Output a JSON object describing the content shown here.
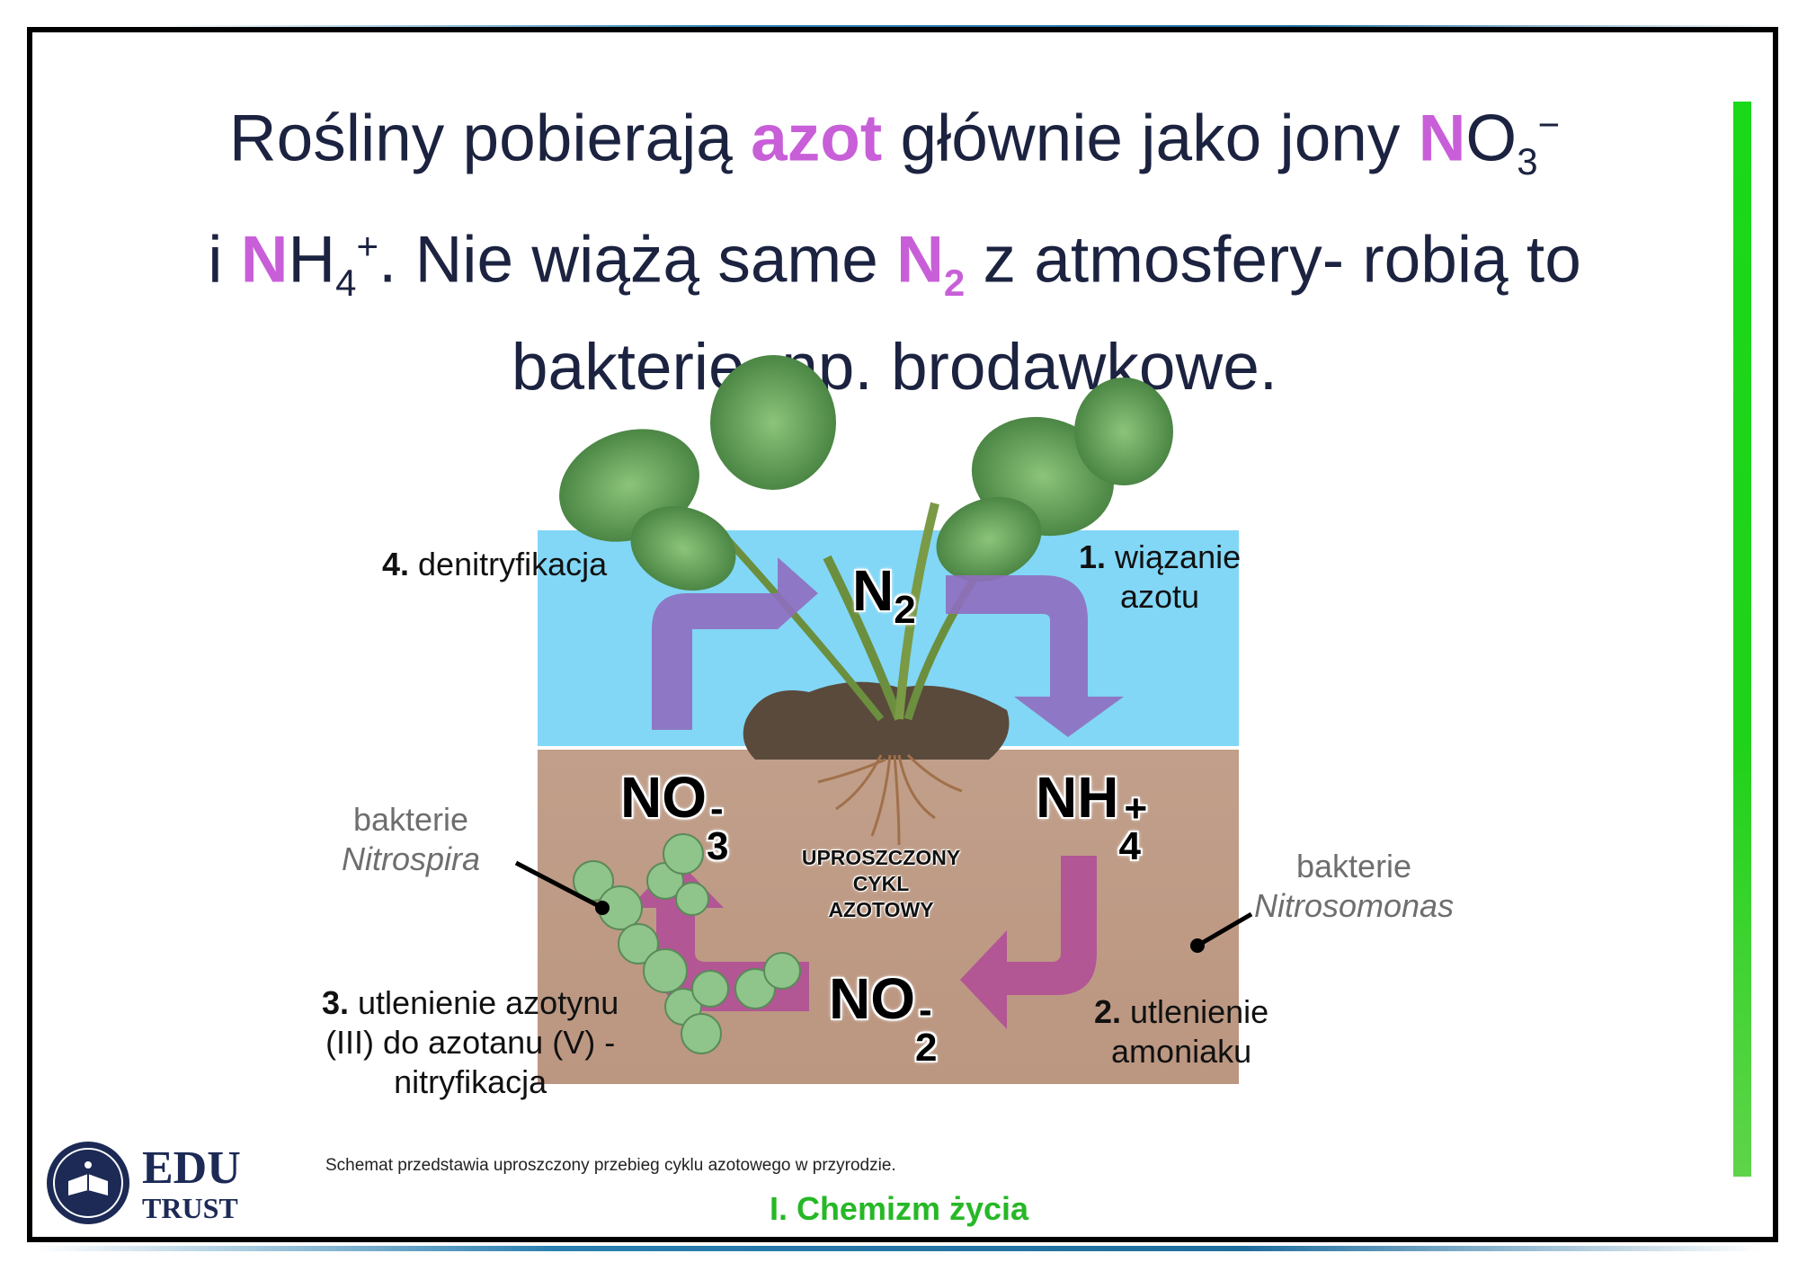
{
  "colors": {
    "accent": "#c85fd8",
    "title": "#1c2340",
    "footer": "#26b826",
    "sky": "#82d7f6",
    "soil": "#be9b86",
    "arrow": "#8f6ec0"
  },
  "title": {
    "l1_a": "Rośliny pobierają ",
    "l1_hl1": "azot",
    "l1_b": " głównie jako jony ",
    "l1_hl2": "N",
    "l1_c": "O",
    "l1_sub": "3",
    "l1_sup": "−",
    "l2_a": "i ",
    "l2_hl1": "N",
    "l2_b": "H",
    "l2_sub": "4",
    "l2_sup": "+",
    "l2_c": ". Nie wiążą same ",
    "l2_hl2": "N",
    "l2_hl2_sub": "2",
    "l2_d": " z atmosfery-  robią to",
    "l3": "bakterie, np. brodawkowe."
  },
  "diagram": {
    "step4_num": "4.",
    "step4_text": " denitryfikacja",
    "step1_num": "1.",
    "step1_text": " wiązanie",
    "step1_text2": "azotu",
    "step2_num": "2.",
    "step2_text": " utlenienie",
    "step2_text2": "amoniaku",
    "step3_num": "3.",
    "step3_text": " utlenienie azotynu",
    "step3_text2": "(III) do azotanu (V) -",
    "step3_text3": "nitryfikacja",
    "n2": "N",
    "n2_sub": "2",
    "no3": "NO",
    "no3_sub": "3",
    "no3_sup": "-",
    "nh4": "NH",
    "nh4_sub": "4",
    "nh4_sup": "+",
    "no2": "NO",
    "no2_sub": "2",
    "no2_sup": "-",
    "center1": "UPROSZCZONY",
    "center2": "CYKL",
    "center3": "AZOTOWY",
    "bact_left1": "bakterie",
    "bact_left2": "Nitrospira",
    "bact_right1": "bakterie",
    "bact_right2": "Nitrosomonas"
  },
  "caption": "Schemat przedstawia uproszczony przebieg cyklu azotowego w przyrodzie.",
  "footer": "I. Chemizm życia",
  "logo": {
    "line1": "EDU",
    "line2": "TRUST"
  },
  "icons": {
    "logo": "edutrust-emblem-icon",
    "plant": "strawberry-plant-icon",
    "bacteria": "bacteria-icon"
  }
}
